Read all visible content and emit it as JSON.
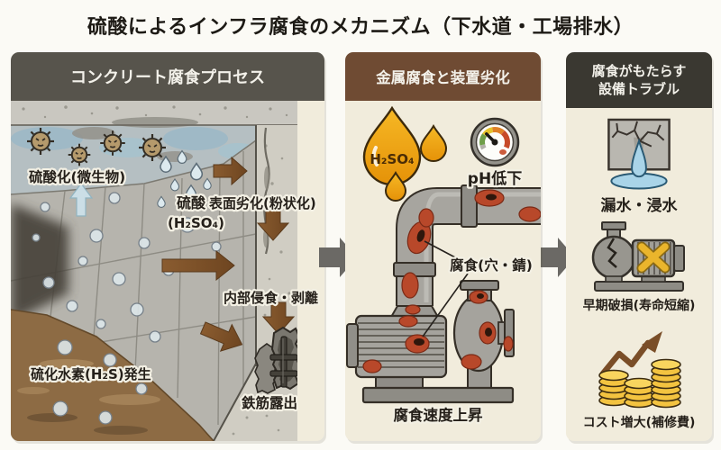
{
  "title": "硫酸によるインフラ腐食のメカニズム（下水道・工場排水）",
  "colors": {
    "page_background": "#fbfaf5",
    "panel_background": "#f1ecdc",
    "left_header": "#57544c",
    "middle_header": "#6f4b33",
    "right_header": "#3a3831",
    "flow_arrow": "#6b6965",
    "brown_arrow": "#7a4e28",
    "rust": "#b8482a",
    "acid_drop": "#f0a81c",
    "water_blue": "#a9d4e8",
    "sewage_brown": "#8d6b44",
    "coin_gold": "#f3c340"
  },
  "left_panel": {
    "header": "コンクリート腐食プロセス",
    "labels": {
      "microbes": "硫酸化(微生物)",
      "acid": "硫酸",
      "acid_formula": "(H₂SO₄)",
      "surface": "表面劣化(粉状化)",
      "internal": "内部侵食・剥離",
      "rebar": "鉄筋露出",
      "h2s": "硫化水素(H₂S)発生"
    }
  },
  "middle_panel": {
    "header": "金属腐食と装置劣化",
    "labels": {
      "drop_formula": "H₂SO₄",
      "ph": "pH低下",
      "corrosion": "腐食(穴・錆)",
      "rate": "腐食速度上昇"
    }
  },
  "right_panel": {
    "header_line1": "腐食がもたらす",
    "header_line2": "設備トラブル",
    "items": [
      {
        "icon": "leaking-wall-icon",
        "label": "漏水・浸水"
      },
      {
        "icon": "broken-pump-icon",
        "label": "早期破損(寿命短縮)"
      },
      {
        "icon": "rising-cost-icon",
        "label": "コスト増大(補修費)"
      }
    ]
  }
}
